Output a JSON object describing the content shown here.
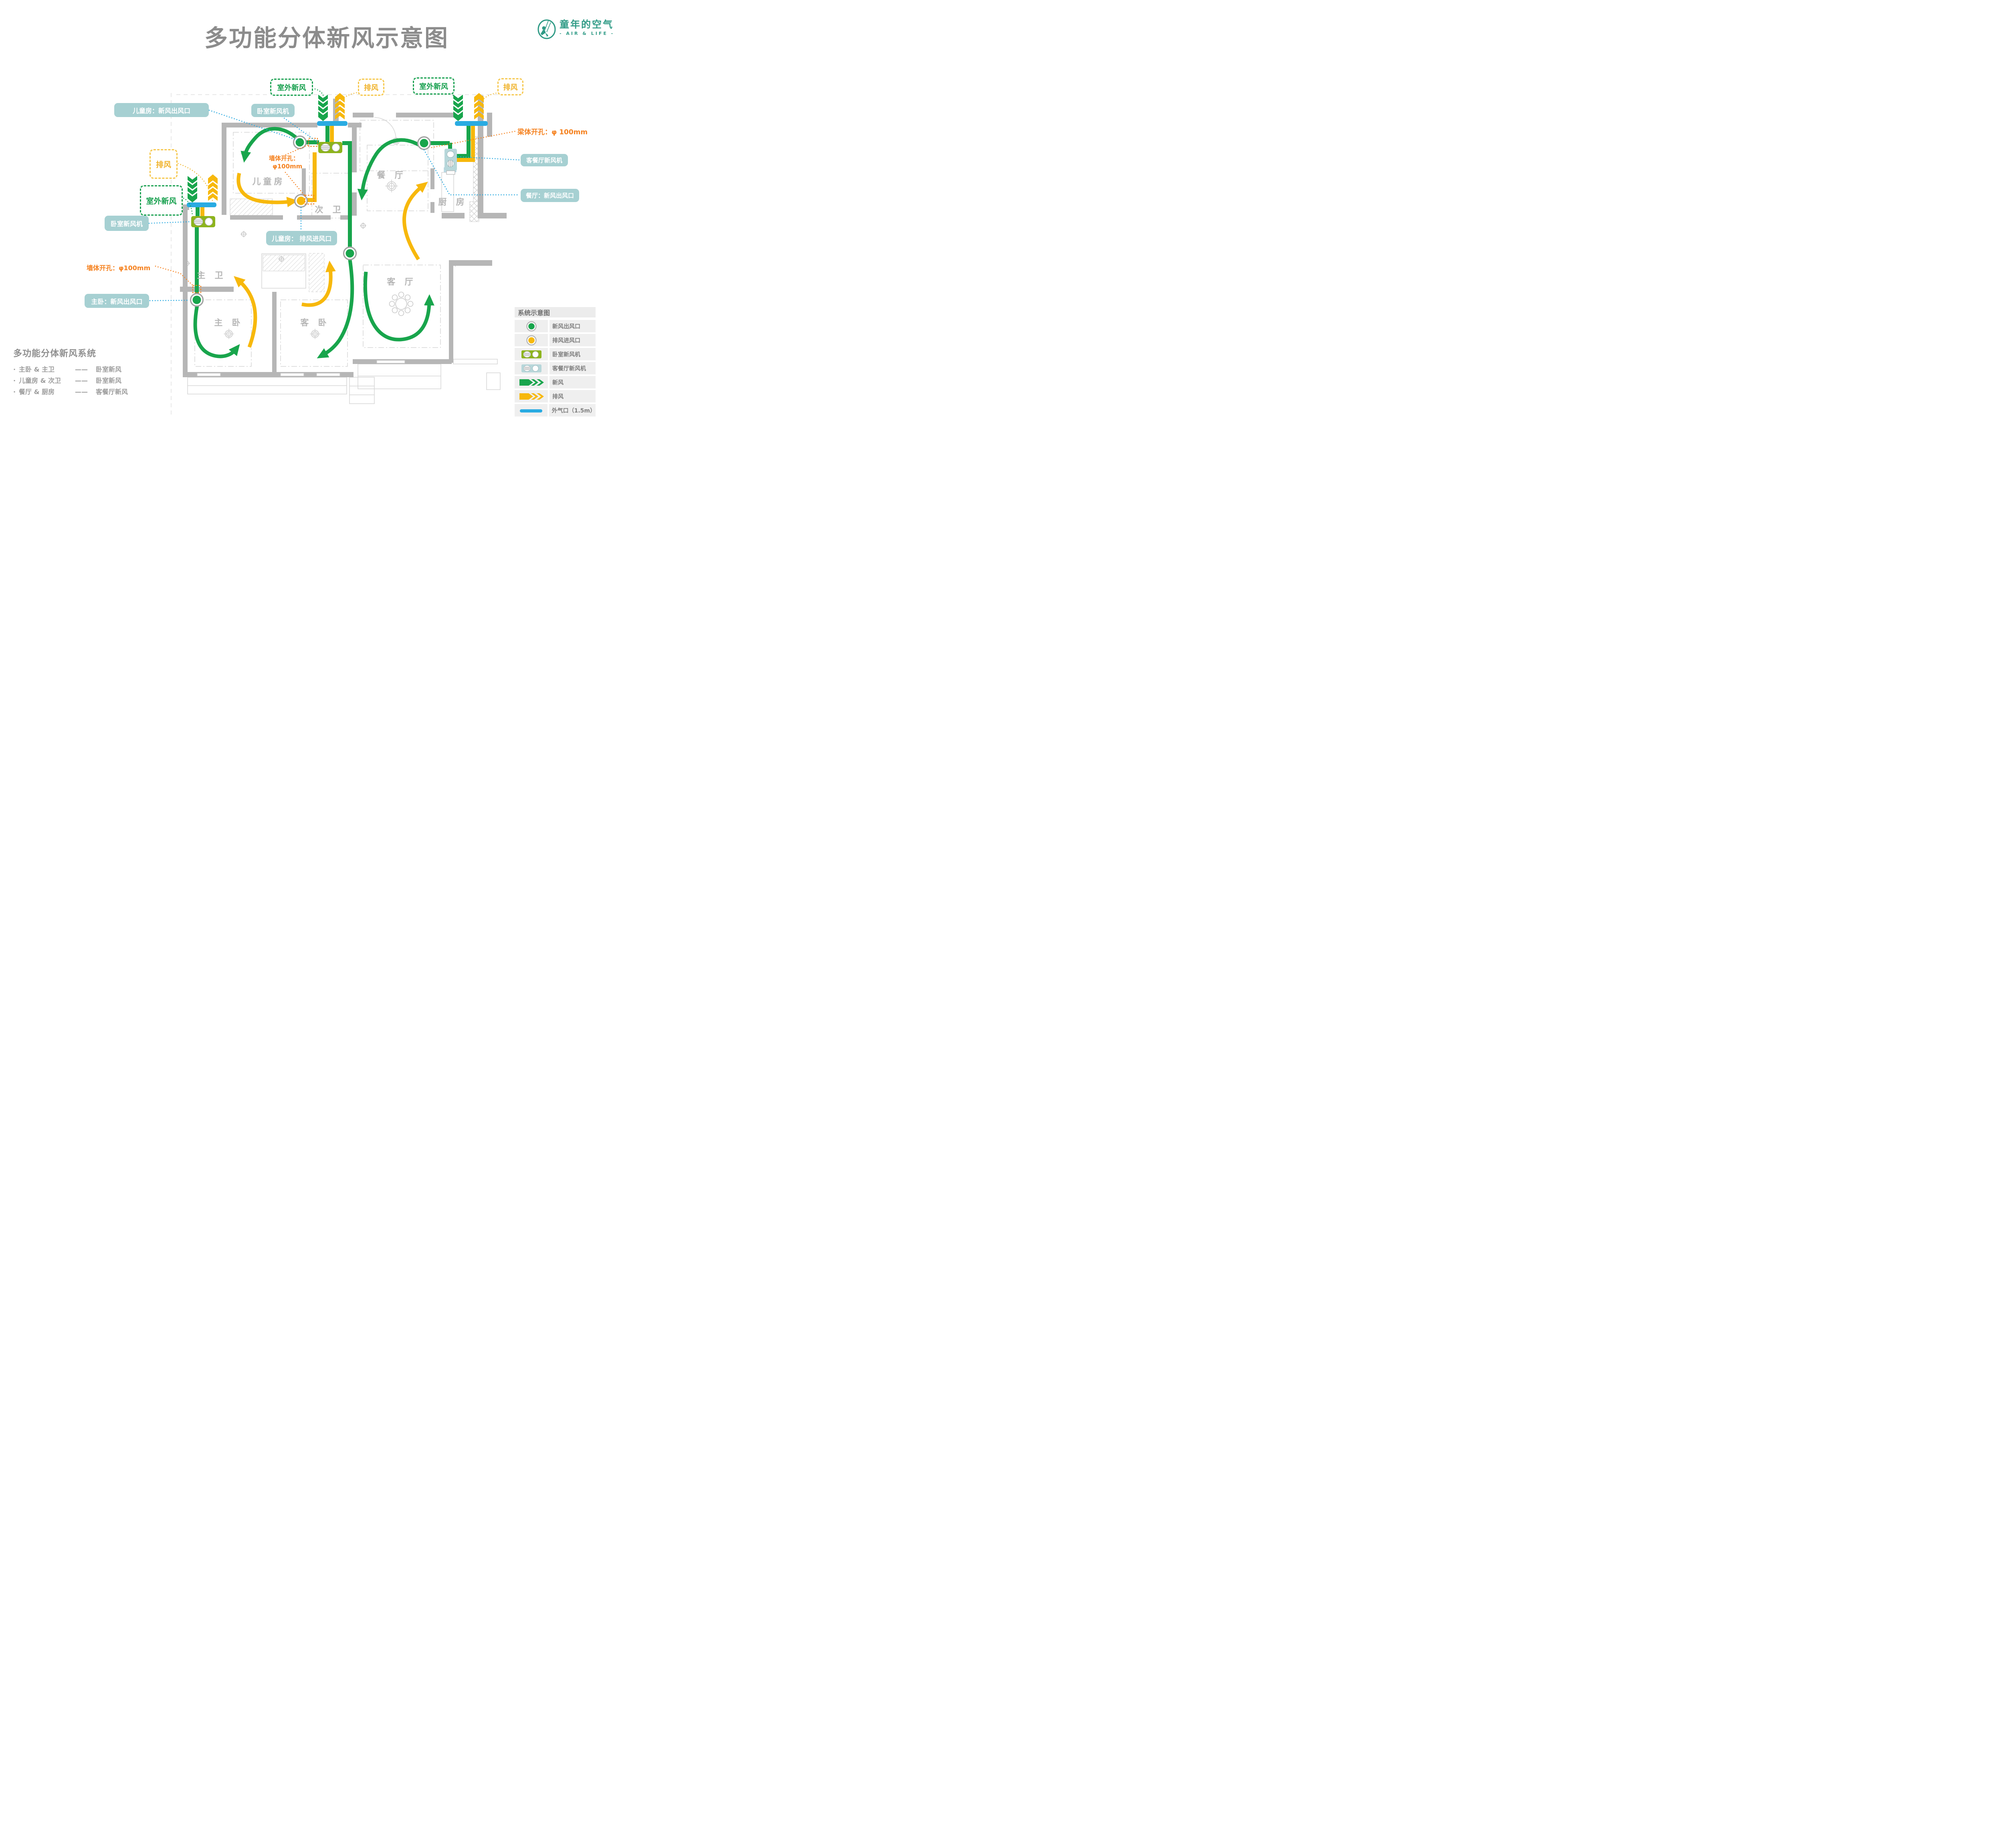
{
  "title": "多功能分体新风示意图",
  "brand": {
    "name": "童年的空气",
    "tagline": "- AIR & LIFE -"
  },
  "callouts": {
    "outdoor_fresh_center": "室外新风",
    "exhaust_center": "排风",
    "outdoor_fresh_right": "室外新风",
    "exhaust_right": "排风",
    "outdoor_fresh_left": "室外新风",
    "exhaust_left": "排风",
    "child_fresh_outlet": "儿童房：新风出风口",
    "bedroom_unit_top": "卧室新风机",
    "bedroom_unit_left": "卧室新风机",
    "living_dining_unit": "客餐厅新风机",
    "dining_fresh_outlet": "餐厅：新风出风口",
    "child_exhaust_inlet": "儿童房： 排风进风口",
    "master_fresh_outlet": "主卧：新风出风口",
    "beam_hole": "梁体开孔：φ 100mm",
    "wall_hole_left": "墙体开孔：φ100mm",
    "wall_hole_mid_line1": "墙体开孔：",
    "wall_hole_mid_line2": "φ100mm"
  },
  "rooms": {
    "child": "儿童房",
    "bath2": "次 卫",
    "dining": "餐 厅",
    "kitchen": "厨 房",
    "bath1": "主 卫",
    "master": "主 卧",
    "guest": "客 卧",
    "living": "客 厅"
  },
  "legend": {
    "title": "系统示意图",
    "items": [
      {
        "label": "新风出风口"
      },
      {
        "label": "排风进风口"
      },
      {
        "label": "卧室新风机"
      },
      {
        "label": "客餐厅新风机"
      },
      {
        "label": "新风"
      },
      {
        "label": "排风"
      },
      {
        "label": "外气口（1.5m）"
      }
    ]
  },
  "summary": {
    "title": "多功能分体新风系统",
    "bullet": "·",
    "dash": "——",
    "rows": [
      {
        "left": "主卧 & 主卫",
        "right": "卧室新风"
      },
      {
        "left": "儿童房 & 次卫",
        "right": "卧室新风"
      },
      {
        "left": "餐厅 & 厨房",
        "right": "客餐厅新风"
      }
    ]
  },
  "colors": {
    "fresh_green": "#18a54c",
    "exhaust_yellow": "#f7b80c",
    "outside_vent_blue": "#29abe2",
    "teal_label": "#a6d0d2",
    "bedroom_unit_olive": "#8db41c",
    "living_unit_blue": "#b7d7da",
    "annotation_orange": "#f58220",
    "brand_teal": "#2e9a85"
  }
}
